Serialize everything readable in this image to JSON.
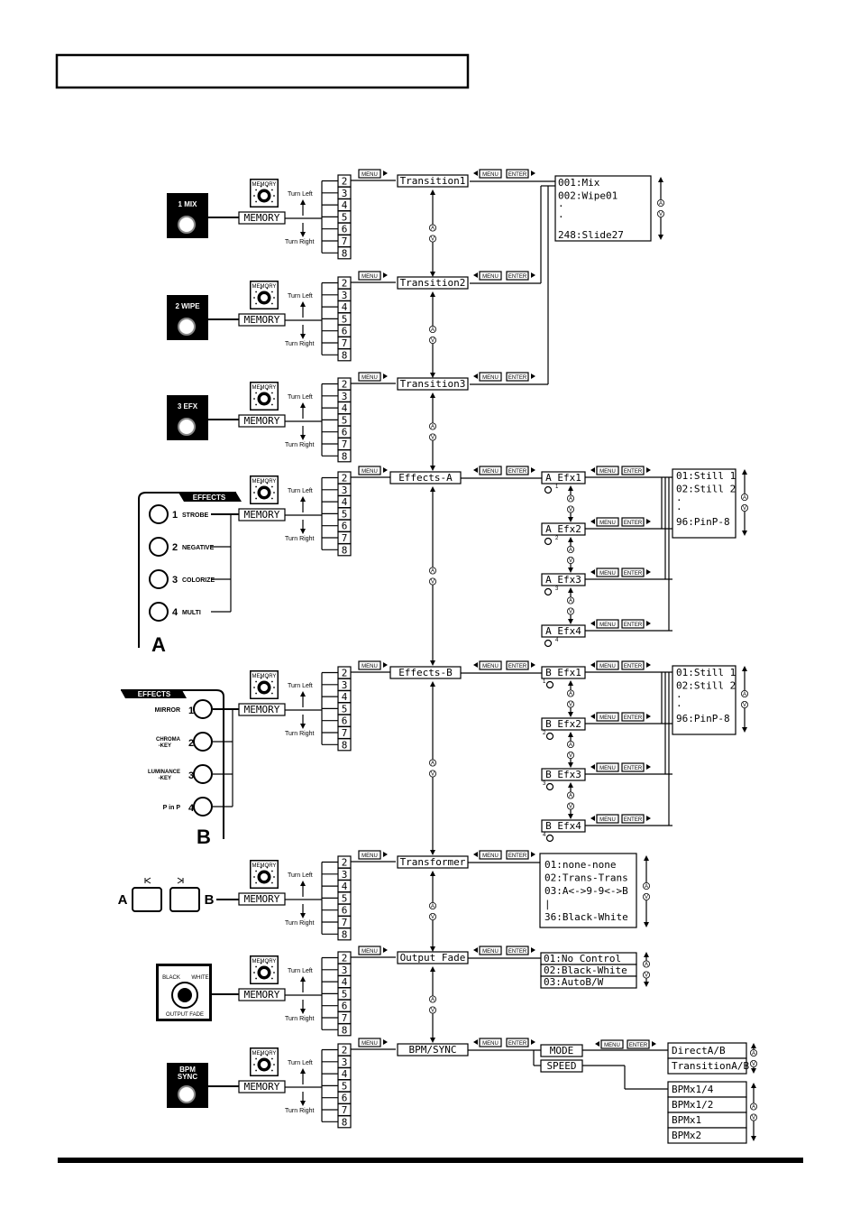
{
  "header_box": {
    "text": ""
  },
  "dial": {
    "label": "MEMORY"
  },
  "turn": {
    "left": "Turn Left",
    "right": "Turn Right"
  },
  "numbers": [
    "2",
    "3",
    "4",
    "5",
    "6",
    "7",
    "8"
  ],
  "memory_label": "MEMORY",
  "keys": {
    "menu": "MENU",
    "enter": "ENTER"
  },
  "rows": [
    {
      "button": "1 MIX",
      "menu": "Transition1"
    },
    {
      "button": "2 WIPE",
      "menu": "Transition2"
    },
    {
      "button": "3 EFX",
      "menu": "Transition3"
    },
    {
      "button": "",
      "menu": "Effects-A"
    },
    {
      "button": "",
      "menu": "Effects-B"
    },
    {
      "button": "",
      "menu": "Transformer"
    },
    {
      "button": "",
      "menu": "Output Fade"
    },
    {
      "button": "BPM SYNC",
      "menu": "BPM/SYNC"
    }
  ],
  "effects_a": {
    "panel_title": "EFFECTS",
    "panel_letter": "A",
    "buttons": [
      {
        "num": "1",
        "name": "STROBE"
      },
      {
        "num": "2",
        "name": "NEGATIVE"
      },
      {
        "num": "3",
        "name": "COLORIZE"
      },
      {
        "num": "4",
        "name": "MULTI"
      }
    ],
    "efx": [
      "A Efx1",
      "A Efx2",
      "A Efx3",
      "A Efx4"
    ],
    "small_nums": [
      "1",
      "2",
      "3",
      "4"
    ]
  },
  "effects_b": {
    "panel_title": "EFFECTS",
    "panel_letter": "B",
    "buttons": [
      {
        "num": "1",
        "name": "MIRROR"
      },
      {
        "num": "2",
        "name": "CHROMA -KEY"
      },
      {
        "num": "3",
        "name": "LUMINANCE -KEY"
      },
      {
        "num": "4",
        "name": "P in P"
      }
    ],
    "efx": [
      "B Efx1",
      "B Efx2",
      "B Efx3",
      "B Efx4"
    ],
    "small_nums": [
      "1",
      "2",
      "3",
      "4"
    ]
  },
  "transitions_list": [
    "001:Mix",
    "002:Wipe01",
    "·",
    "·",
    "248:Slide27"
  ],
  "effects_list": [
    "01:Still 1",
    "02:Still 2",
    "·",
    "·",
    "96:PinP-8"
  ],
  "transformer_list": [
    "01:none-none",
    "02:Trans-Trans",
    "03:A<->9-9<->B",
    "|",
    "36:Black-White"
  ],
  "transformer_ab": {
    "a": "A",
    "b": "B"
  },
  "output_fade_list": [
    "01:No Control",
    "02:Black-White",
    "03:AutoB/W"
  ],
  "output_fade_knob": {
    "black": "BLACK",
    "white": "WHITE",
    "title": "OUTPUT FADE"
  },
  "bpm": {
    "mode": "MODE",
    "speed": "SPEED",
    "mode_options": [
      "DirectA/B",
      "TransitionA/B"
    ],
    "speed_options": [
      "BPMx1/4",
      "BPMx1/2",
      "BPMx1",
      "BPMx2"
    ]
  }
}
